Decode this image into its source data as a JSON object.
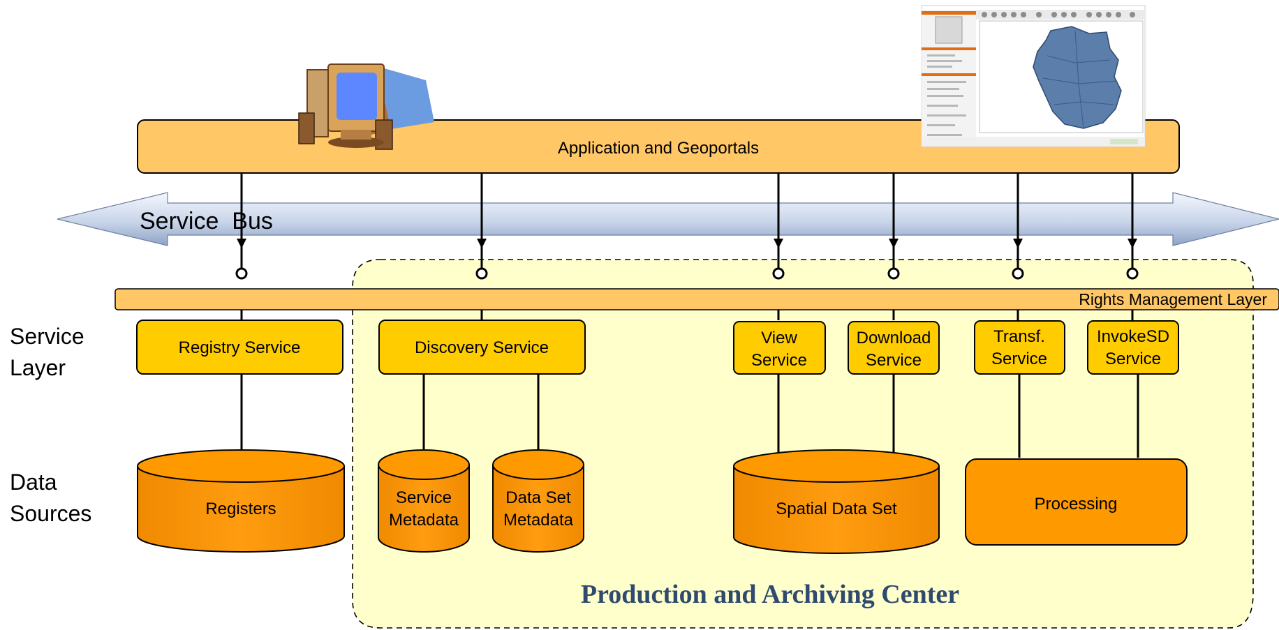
{
  "top_bar": {
    "label": "Application and Geoportals"
  },
  "bus": {
    "label": "Service  Bus"
  },
  "rights_layer": {
    "label": "Rights Management Layer"
  },
  "row_labels": {
    "service_layer_1": "Service",
    "service_layer_2": "Layer",
    "data_sources_1": "Data",
    "data_sources_2": "Sources"
  },
  "services": {
    "registry": "Registry Service",
    "discovery": "Discovery Service",
    "view_1": "View",
    "view_2": "Service",
    "download_1": "Download",
    "download_2": "Service",
    "transf_1": "Transf.",
    "transf_2": "Service",
    "invoke_1": "InvokeSD",
    "invoke_2": "Service"
  },
  "data_sources": {
    "registers": "Registers",
    "service_meta_1": "Service",
    "service_meta_2": "Metadata",
    "dataset_meta_1": "Data Set",
    "dataset_meta_2": "Metadata",
    "spatial": "Spatial Data Set",
    "processing": "Processing"
  },
  "center": {
    "title": "Production and Archiving Center"
  },
  "colors": {
    "orange_light": "#ffc766",
    "orange": "#ff9900",
    "yellow": "#ffcc00",
    "center_fill": "#ffffcc",
    "bus_light": "#e8eef8",
    "bus_dark": "#8ea3c6",
    "title_blue": "#2f4a6e"
  }
}
